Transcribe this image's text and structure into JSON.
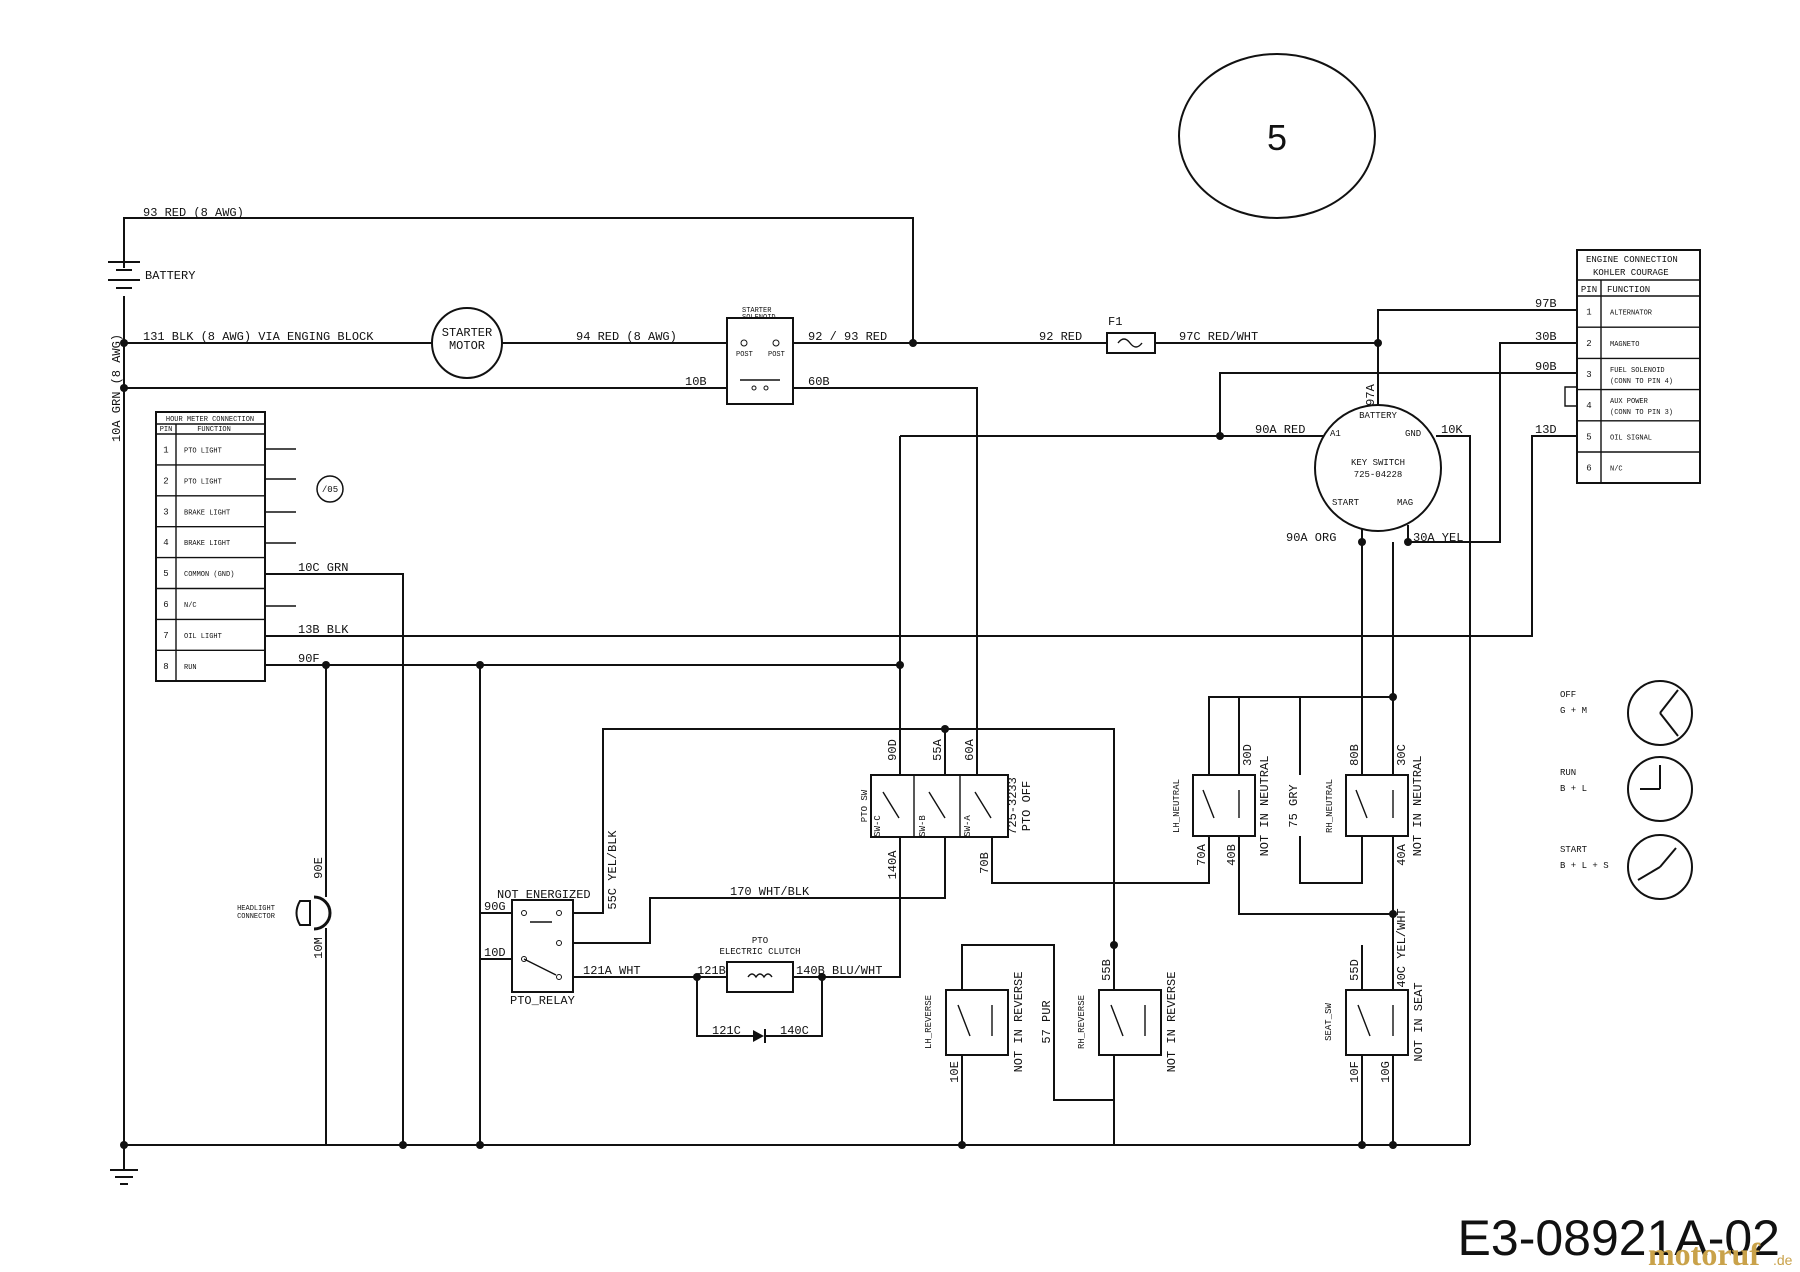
{
  "page": {
    "number": "5",
    "code": "E3-08921A-02"
  },
  "watermark": {
    "brand": "motoruf",
    "tld": ".de"
  },
  "components": {
    "battery": "BATTERY",
    "starter_motor_1": "STARTER",
    "starter_motor_2": "MOTOR",
    "starter_solenoid_1": "STARTER",
    "starter_solenoid_2": "SOLENOID",
    "post_left": "POST",
    "post_right": "POST",
    "fuse": "F1",
    "key_switch": "KEY SWITCH",
    "key_switch_part": "725-04228",
    "ks_battery": "BATTERY",
    "ks_gnd": "GND",
    "ks_a1": "A1",
    "ks_start": "START",
    "ks_mag": "MAG",
    "pto_relay": "PTO_RELAY",
    "not_energized": "NOT ENERGIZED",
    "pto_clutch_1": "PTO",
    "pto_clutch_2": "ELECTRIC CLUTCH",
    "pto_sw": "PTO SW",
    "pto_sw_part": "725-3233",
    "pto_off": "PTO OFF",
    "sw_a": "SW-A",
    "sw_b": "SW-B",
    "sw_c": "SW-C",
    "lh_neutral": "LH_NEUTRAL",
    "rh_neutral": "RH_NEUTRAL",
    "not_in_neutral": "NOT IN NEUTRAL",
    "lh_reverse": "LH_REVERSE",
    "rh_reverse": "RH_REVERSE",
    "not_in_reverse": "NOT IN REVERSE",
    "seat_sw": "SEAT_SW",
    "not_in_seat": "NOT IN SEAT",
    "headlight_1": "HEADLIGHT",
    "headlight_2": "CONNECTOR",
    "circle_mark": "/05"
  },
  "hour_meter": {
    "title": "HOUR METER CONNECTION",
    "col_pin": "PIN",
    "col_function": "FUNCTION",
    "rows": [
      {
        "pin": "1",
        "function": "PTO LIGHT"
      },
      {
        "pin": "2",
        "function": "PTO LIGHT"
      },
      {
        "pin": "3",
        "function": "BRAKE LIGHT"
      },
      {
        "pin": "4",
        "function": "BRAKE LIGHT"
      },
      {
        "pin": "5",
        "function": "COMMON (GND)"
      },
      {
        "pin": "6",
        "function": "N/C"
      },
      {
        "pin": "7",
        "function": "OIL LIGHT"
      },
      {
        "pin": "8",
        "function": "RUN"
      }
    ]
  },
  "engine": {
    "title1": "ENGINE CONNECTION",
    "title2": "KOHLER COURAGE",
    "col_pin": "PIN",
    "col_function": "FUNCTION",
    "rows": [
      {
        "pin": "1",
        "f1": "ALTERNATOR",
        "f2": ""
      },
      {
        "pin": "2",
        "f1": "MAGNETO",
        "f2": ""
      },
      {
        "pin": "3",
        "f1": "FUEL SOLENOID",
        "f2": "(CONN TO PIN 4)"
      },
      {
        "pin": "4",
        "f1": "AUX POWER",
        "f2": "(CONN TO PIN 3)"
      },
      {
        "pin": "5",
        "f1": "OIL SIGNAL",
        "f2": ""
      },
      {
        "pin": "6",
        "f1": "N/C",
        "f2": ""
      }
    ]
  },
  "wires": {
    "w93": "93 RED (8 AWG)",
    "w131": "131 BLK (8 AWG) VIA ENGING BLOCK",
    "w94": "94 RED (8 AWG)",
    "w92_93": "92 / 93 RED",
    "w92": "92 RED",
    "w97c": "97C RED/WHT",
    "w97b": "97B",
    "w30b": "30B",
    "w90b": "90B",
    "w13d": "13D",
    "w97a": "97A",
    "w90a_red": "90A RED",
    "w10k": "10K",
    "w90a_org": "90A ORG",
    "w30a": "30A YEL",
    "w10a": "10A GRN (8 AWG)",
    "w10b": "10B",
    "w60b": "60B",
    "w10c": "10C GRN",
    "w13b": "13B BLK",
    "w90f": "90F",
    "w90e": "90E",
    "w10m": "10M",
    "w90g": "90G",
    "w10d": "10D",
    "w55c": "55C YEL/BLK",
    "w170": "170 WHT/BLK",
    "w121a": "121A WHT",
    "w121b": "121B",
    "w140b": "140B BLU/WHT",
    "w121c": "121C",
    "w140c": "140C",
    "w90d": "90D",
    "w55a": "55A",
    "w60a": "60A",
    "w140a": "140A",
    "w70b": "70B",
    "w30d": "30D",
    "w70a": "70A",
    "w40b": "40B",
    "w75": "75 GRY",
    "w80b": "80B",
    "w30c": "30C",
    "w40a": "40A",
    "w40c": "40C YEL/WHT",
    "w57": "57 PUR",
    "w55b": "55B",
    "w55d": "55D",
    "w10e": "10E",
    "w10f": "10F",
    "w10g": "10G"
  },
  "key_positions": [
    {
      "name": "OFF",
      "code": "G + M"
    },
    {
      "name": "RUN",
      "code": "B + L"
    },
    {
      "name": "START",
      "code": "B + L + S"
    }
  ]
}
